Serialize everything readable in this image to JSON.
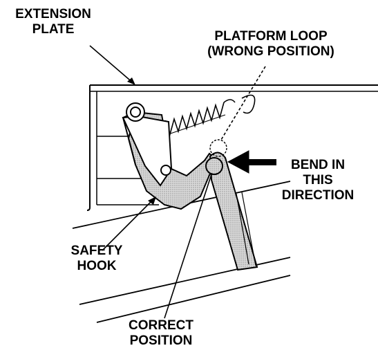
{
  "labels": {
    "extension_plate": [
      "EXTENSION",
      "PLATE"
    ],
    "platform_loop": [
      "PLATFORM LOOP",
      "(WRONG POSITION)"
    ],
    "bend": [
      "BEND IN",
      "THIS",
      "DIRECTION"
    ],
    "safety_hook": [
      "SAFETY",
      "HOOK"
    ],
    "correct_position": [
      "CORRECT",
      "POSITION"
    ]
  },
  "colors": {
    "line": "#000000",
    "fill": "#c8c8c8",
    "background": "#ffffff"
  }
}
